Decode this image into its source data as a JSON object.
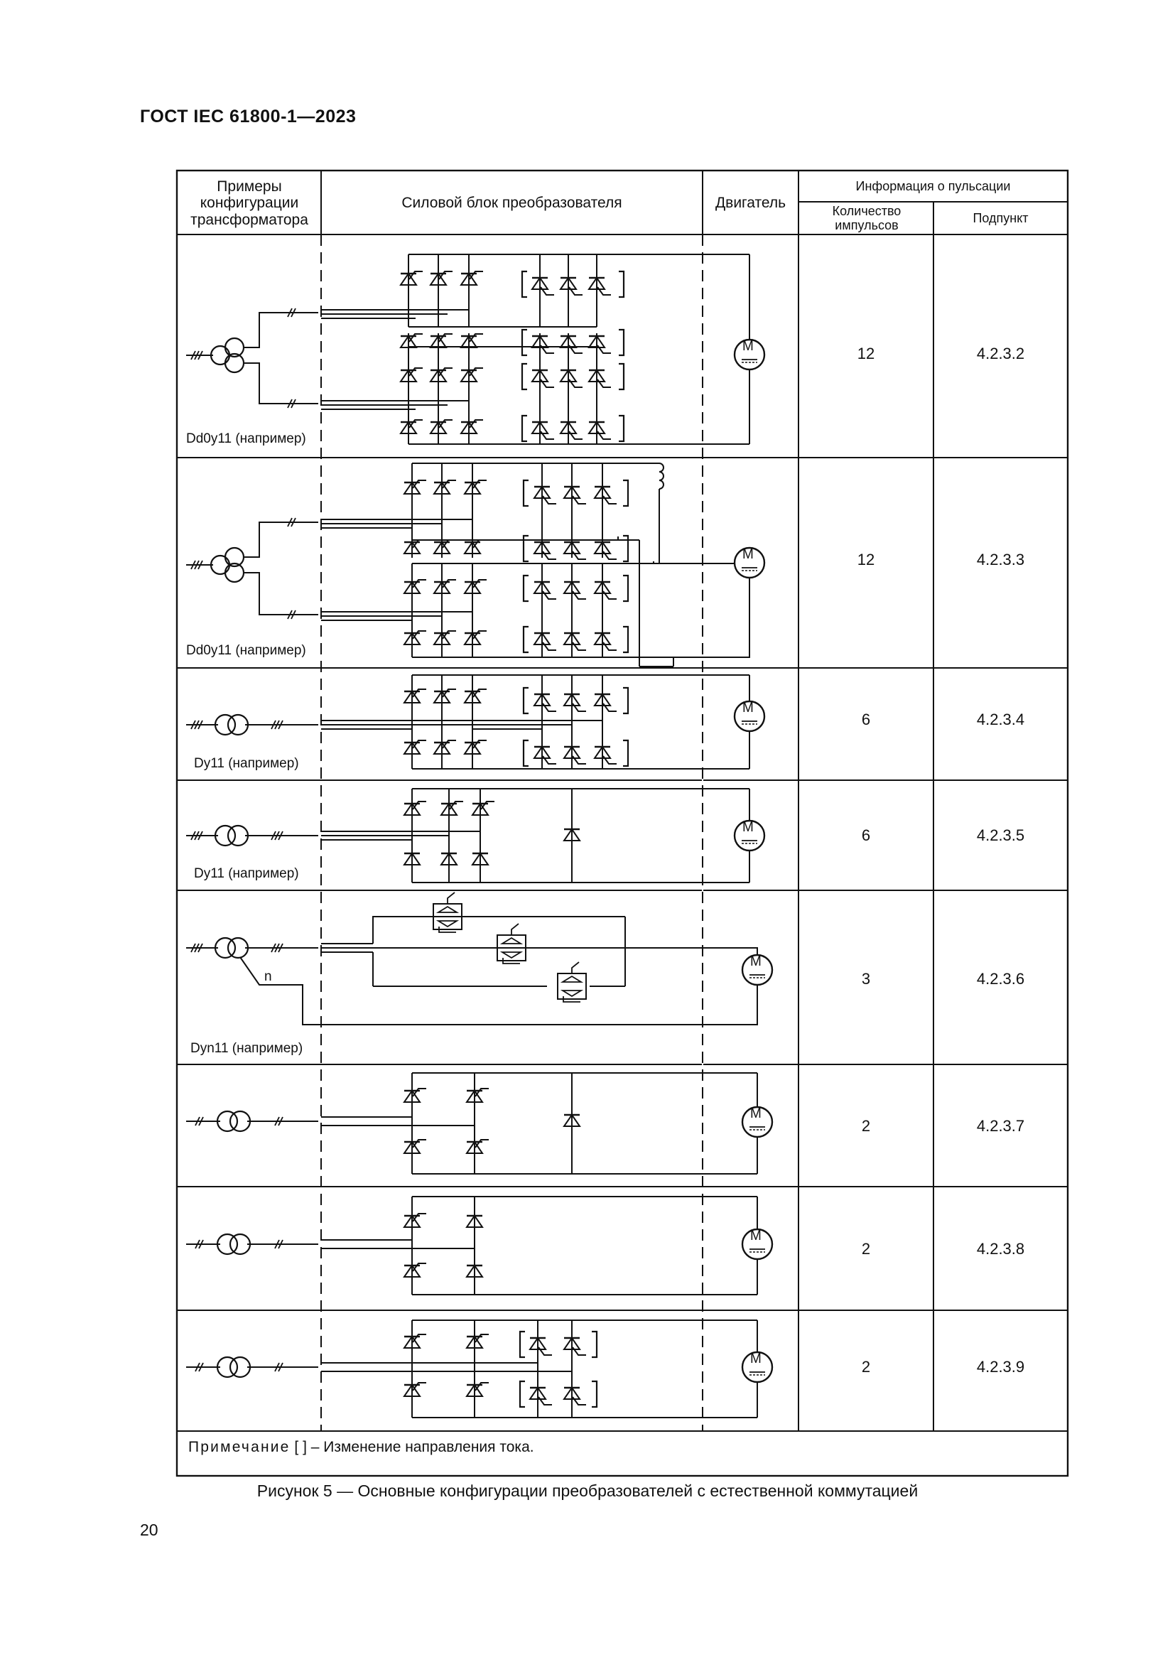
{
  "header": {
    "standard": "ГОСТ IEC 61800-1—2023"
  },
  "table": {
    "headers": {
      "transformer": "Примеры конфигурации трансформатора",
      "power_unit": "Силовой блок преобразователя",
      "motor": "Двигатель",
      "pulsation_info": "Информация о пульсации",
      "pulse_count": "Количество импульсов",
      "subclause": "Подпункт"
    },
    "motor_symbol_label": "M",
    "neutral_label": "n",
    "rows": [
      {
        "transformer_label": "Dd0y11 (например)",
        "pulse_count": "12",
        "subclause": "4.2.3.2"
      },
      {
        "transformer_label": "Dd0y11 (например)",
        "pulse_count": "12",
        "subclause": "4.2.3.3"
      },
      {
        "transformer_label": "Dy11 (например)",
        "pulse_count": "6",
        "subclause": "4.2.3.4"
      },
      {
        "transformer_label": "Dy11 (например)",
        "pulse_count": "6",
        "subclause": "4.2.3.5"
      },
      {
        "transformer_label": "Dyn11 (например)",
        "pulse_count": "3",
        "subclause": "4.2.3.6"
      },
      {
        "transformer_label": "",
        "pulse_count": "2",
        "subclause": "4.2.3.7"
      },
      {
        "transformer_label": "",
        "pulse_count": "2",
        "subclause": "4.2.3.8"
      },
      {
        "transformer_label": "",
        "pulse_count": "2",
        "subclause": "4.2.3.9"
      }
    ],
    "note": {
      "lead": "Примечание",
      "text": " [ ] – Изменение направления тока."
    }
  },
  "caption": "Рисунок 5 — Основные конфигурации преобразователей с естественной коммутацией",
  "page_number": "20"
}
